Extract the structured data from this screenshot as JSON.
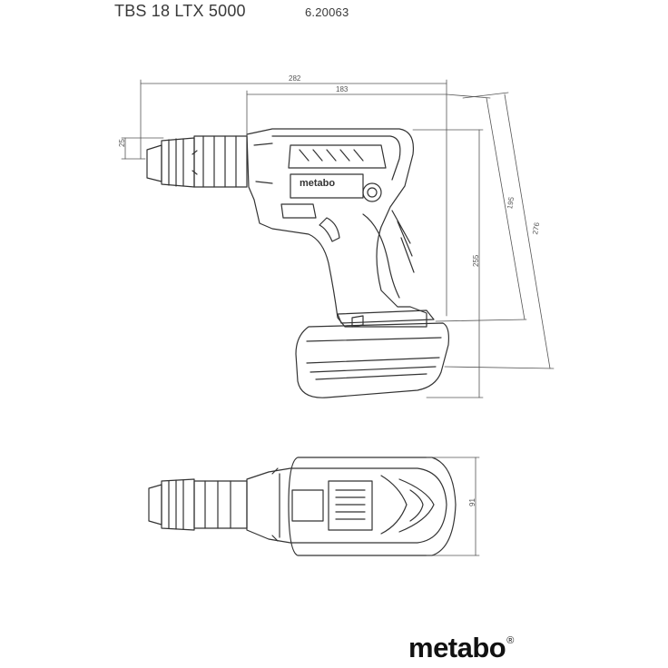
{
  "header": {
    "model": "TBS 18 LTX 5000",
    "article_number": "6.20063"
  },
  "dimensions": {
    "overall_length": "282",
    "body_length": "183",
    "chuck_diameter": "25",
    "height": "255",
    "diag_inner": "195",
    "diag_outer": "276",
    "width": "91"
  },
  "tool_label": "metabo",
  "brand": {
    "logo_text": "metabo",
    "registered": "®"
  }
}
